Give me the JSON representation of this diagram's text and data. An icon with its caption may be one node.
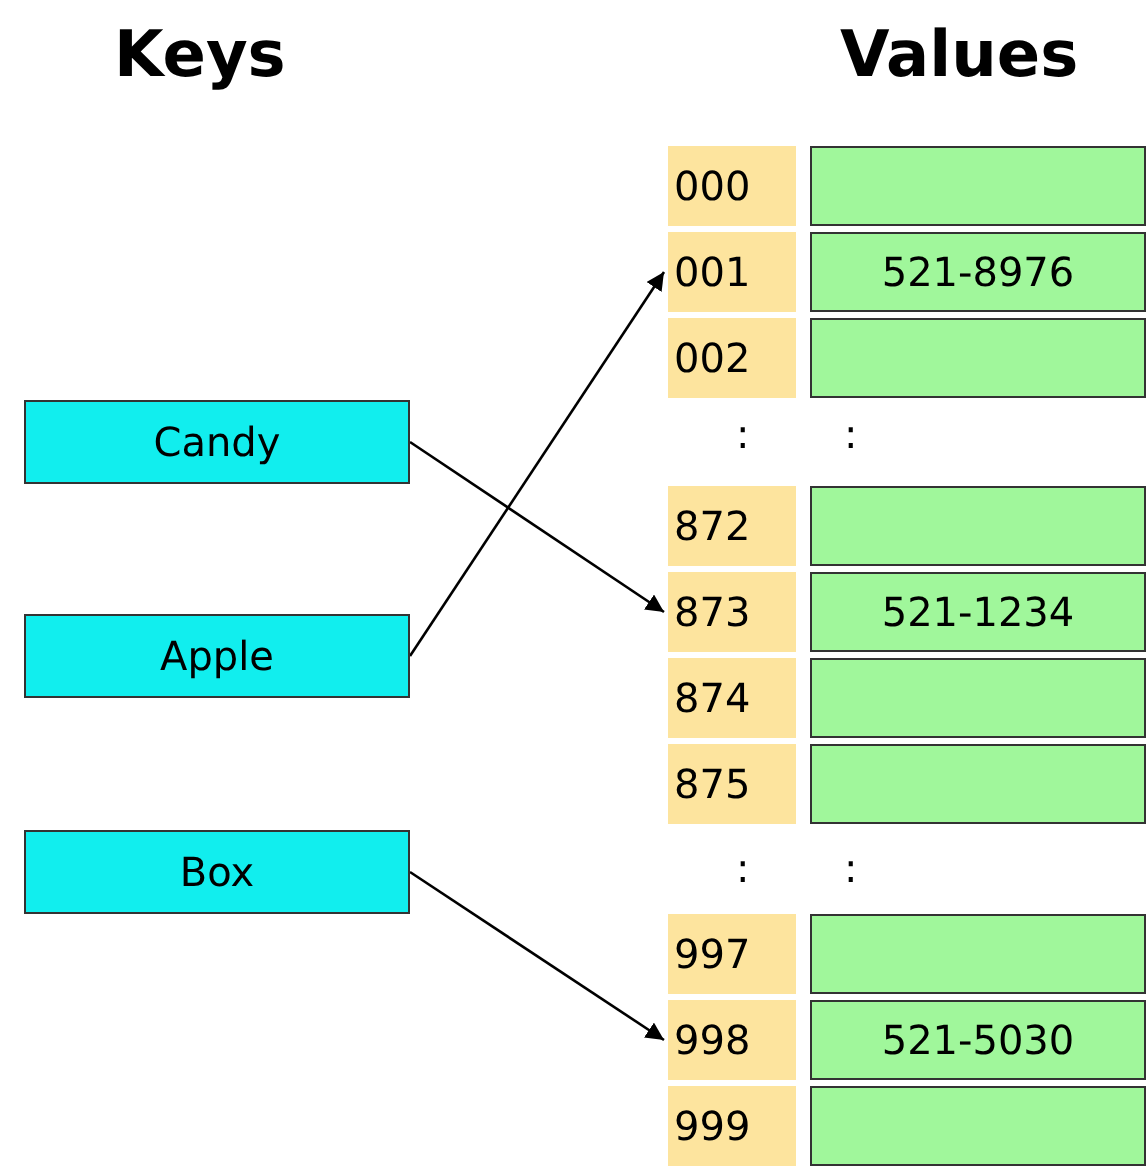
{
  "diagram": {
    "nodes": [
      {
        "text": [
          "Candy"
        ]
      },
      {
        "text": [
          "Apple"
        ]
      },
      {
        "text": [
          "Box"
        ]
      },
      {
        "text": [
          "000"
        ]
      },
      {
        "text": [],
        "shape": "box"
      },
      {
        "text": [
          "001"
        ]
      },
      {
        "text": [
          "521-8976"
        ]
      },
      {
        "text": [
          "002"
        ]
      },
      {
        "text": [],
        "shape": "box"
      },
      {
        "text": [
          "872"
        ]
      },
      {
        "text": [],
        "shape": "box"
      },
      {
        "text": [
          "873"
        ]
      },
      {
        "text": [
          "521-1234"
        ]
      },
      {
        "text": [
          "874"
        ]
      },
      {
        "text": [],
        "shape": "box"
      },
      {
        "text": [
          "875"
        ]
      },
      {
        "text": [],
        "shape": "box"
      },
      {
        "text": [
          "997"
        ]
      },
      {
        "text": [],
        "shape": "box"
      },
      {
        "text": [
          "998"
        ]
      },
      {
        "text": [
          "521-5030"
        ]
      },
      {
        "text": [
          "999"
        ]
      },
      {
        "text": [],
        "shape": "box"
      }
    ],
    "edges": [
      {
        "from": 0,
        "to": 11,
        "arrow": "to"
      },
      {
        "from": 1,
        "to": 5,
        "arrow": "to"
      },
      {
        "from": 2,
        "to": 19,
        "arrow": "to"
      }
    ],
    "labels": [
      "Keys",
      "Values",
      ":",
      ":",
      ":",
      ":"
    ]
  }
}
